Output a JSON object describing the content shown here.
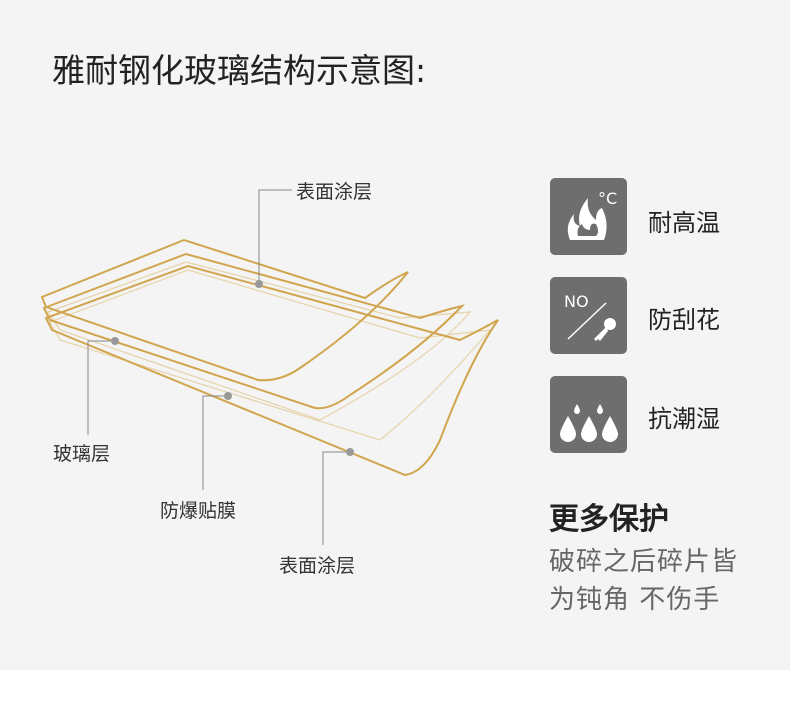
{
  "title": "雅耐钢化玻璃结构示意图:",
  "labels": {
    "top_coating": "表面涂层",
    "glass": "玻璃层",
    "film": "防爆贴膜",
    "bottom_coating": "表面涂层"
  },
  "features": [
    {
      "icon": "flame-celsius-icon",
      "label": "耐高温"
    },
    {
      "icon": "no-key-scratch-icon",
      "label": "防刮花"
    },
    {
      "icon": "water-drops-icon",
      "label": "抗潮湿"
    }
  ],
  "more": {
    "heading": "更多保护",
    "line1": "破碎之后碎片皆",
    "line2": "为钝角 不伤手"
  },
  "colors": {
    "gold": "#d1a54e",
    "icon_bg": "#6e6e6e"
  }
}
